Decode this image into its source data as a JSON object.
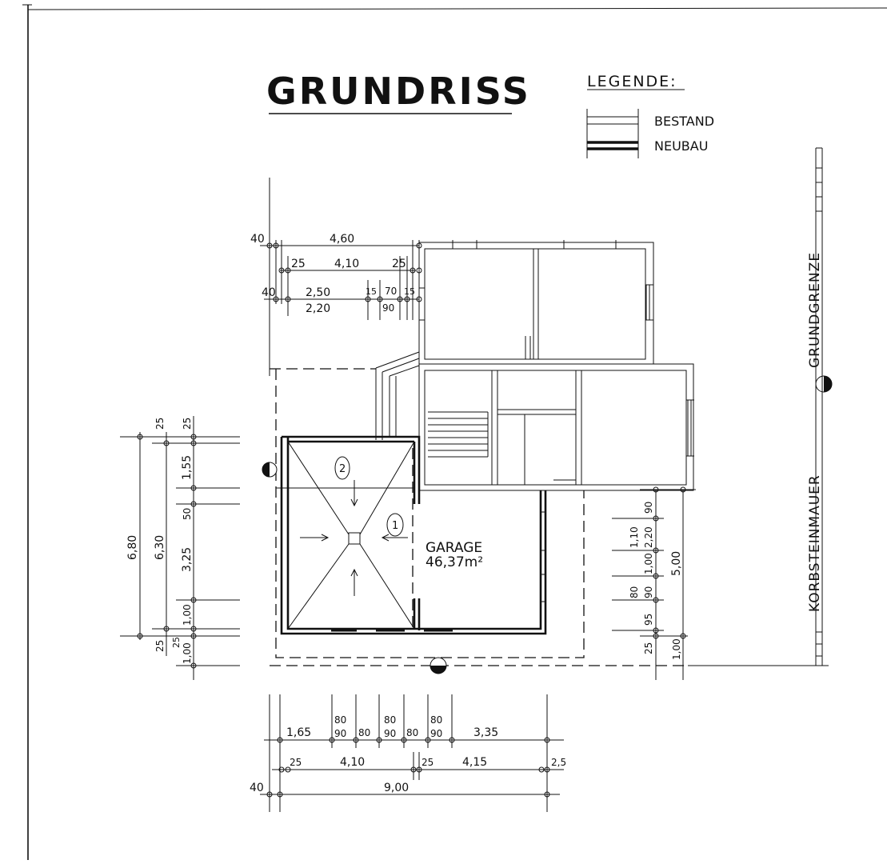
{
  "title": "GRUNDRISS",
  "legend": {
    "heading": "LEGENDE:",
    "existing_label": "BESTAND",
    "new_label": "NEUBAU"
  },
  "garage": {
    "name": "GARAGE",
    "area": "46,37m²",
    "callout_1": "1",
    "callout_2": "2"
  },
  "boundary": {
    "boundary_label": "GRUNDGRENZE",
    "wall_label": "KORBSTEINMAUER"
  },
  "dims_top": {
    "d_40a": "40",
    "d_460": "4,60",
    "d_25a": "25",
    "d_410": "4,10",
    "d_25b": "25",
    "d_40b": "40",
    "d_250": "2,50",
    "d_220": "2,20",
    "d_15": "15",
    "d_70": "70",
    "d_15b": "15",
    "d_90": "90"
  },
  "dims_left": {
    "d_680": "6,80",
    "d_630": "6,30",
    "d_25a": "25",
    "d_25b": "25",
    "d_155": "1,55",
    "d_50": "50",
    "d_325": "3,25",
    "d_100a": "1,00",
    "d_25c": "25",
    "d_25d": "25",
    "d_100b": "1,00"
  },
  "dims_right": {
    "d_90a": "90",
    "d_110": "1,10",
    "d_220": "2,20",
    "d_100": "1,00",
    "d_500": "5,00",
    "d_80": "80",
    "d_90b": "90",
    "d_95": "95",
    "d_25": "25",
    "d_100b": "1,00"
  },
  "dims_bottom": {
    "d_165": "1,65",
    "d_80a": "80",
    "d_90a": "90",
    "d_80b": "80",
    "d_80c": "80",
    "d_90b": "90",
    "d_80d": "80",
    "d_80e": "80",
    "d_90c": "90",
    "d_335": "3,35",
    "d_25a": "25",
    "d_410": "4,10",
    "d_25b": "25",
    "d_415": "4,15",
    "d_25c": "2,5",
    "d_40": "40",
    "d_900": "9,00"
  }
}
